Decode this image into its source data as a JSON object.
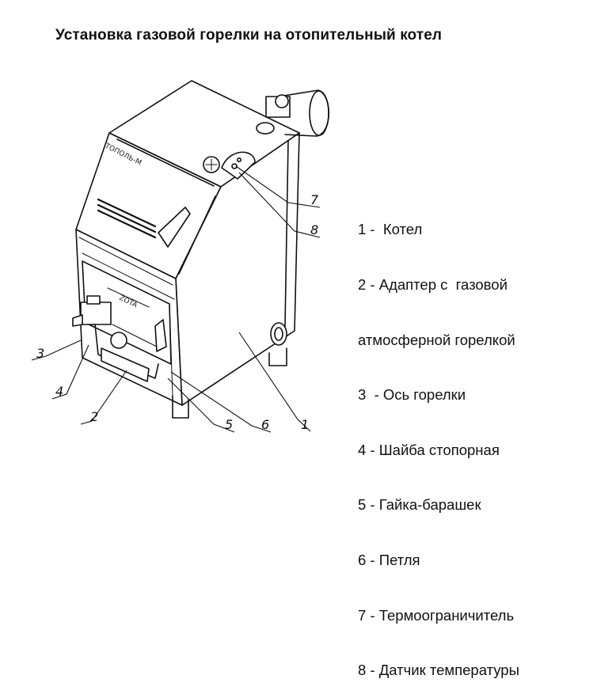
{
  "title": "Установка газовой горелки на отопительный котел",
  "brand_labels": {
    "panel": "ТОПОЛЬ-М",
    "door": "ZOTA"
  },
  "callouts": [
    "1",
    "2",
    "3",
    "4",
    "5",
    "6",
    "7",
    "8"
  ],
  "legend": [
    "1 -  Котел",
    "2 - Адаптер с  газовой",
    "атмосферной горелкой",
    "3  - Ось горелки",
    "4 - Шайба стопорная",
    "5 - Гайка-барашек",
    "6 - Петля",
    "7 - Термоограничитель",
    "8 - Датчик температуры"
  ]
}
